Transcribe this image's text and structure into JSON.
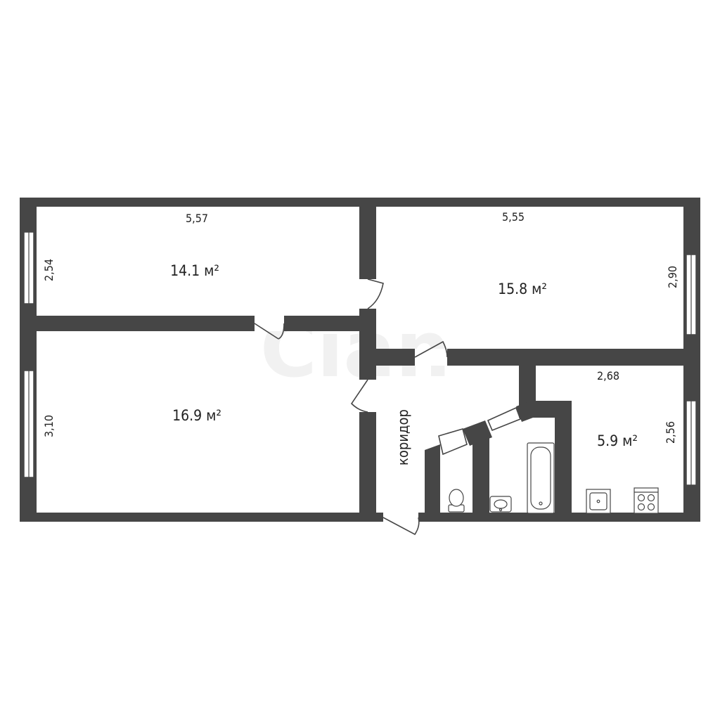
{
  "rooms": [
    {
      "id": "room-top-left",
      "area": "14.1 м²",
      "width": "5,57",
      "height": "2,54"
    },
    {
      "id": "room-top-right",
      "area": "15.8 м²",
      "width": "5,55",
      "height": "2,90"
    },
    {
      "id": "room-bottom-left",
      "area": "16.9 м²",
      "height": "3,10"
    },
    {
      "id": "kitchen",
      "area": "5.9 м²",
      "width": "2,68",
      "height": "2,56"
    }
  ],
  "corridor": {
    "label": "коридор"
  },
  "watermark": "Cian",
  "colors": {
    "wall": "#464646",
    "background": "#ffffff",
    "text": "#222222"
  }
}
